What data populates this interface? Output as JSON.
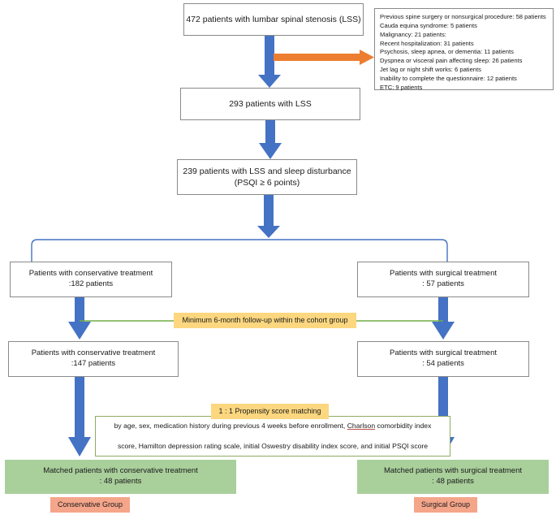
{
  "diagram": {
    "title": "Patient enrollment and propensity-score-matching flow diagram",
    "colors": {
      "arrow_blue": "#4472C4",
      "arrow_orange": "#ED7D31",
      "bracket_blue": "#4472C4",
      "followup_line_green": "#70AD47",
      "matched_box_green": "#A9CF9B",
      "group_label_salmon": "#F4A58A",
      "chip_yellow": "#FCD77F",
      "criteria_border_green": "#8FAA63",
      "box_border_gray": "#8A8A8A"
    }
  },
  "nodes": {
    "total": "472 patients with lumbar spinal stenosis (LSS)",
    "lss_293": "293 patients with LSS",
    "lss_239": "239 patients with LSS and sleep disturbance\n(PSQI ≥ 6 points)",
    "conservative_182": "Patients with conservative treatment\n:182 patients",
    "surgical_57": "Patients with surgical treatment\n: 57 patients",
    "conservative_147": "Patients with conservative treatment\n:147 patients",
    "surgical_54": "Patients with surgical treatment\n: 54 patients",
    "matched_conservative": "Matched patients with conservative treatment\n: 48 patients",
    "matched_surgical": "Matched patients with surgical treatment\n: 48 patients"
  },
  "group_labels": {
    "conservative": "Conservative Group",
    "surgical": "Surgical Group"
  },
  "annotations": {
    "followup": "Minimum 6-month follow-up within the cohort group",
    "psm_title": "1 : 1 Propensity score matching",
    "psm_criteria_line1": "by age, sex, medication history during previous 4 weeks before enrollment, Charlson comorbidity index",
    "psm_criteria_line2": "score, Hamilton depression rating scale, initial Oswestry disability index score, and initial PSQI score"
  },
  "exclusions": {
    "items": [
      "Previous spine surgery or nonsurgical procedure: 58 patients",
      "Cauda equina syndrome: 5 patients",
      "Malignancy: 21 patients:",
      "Recent hospitalization: 31 patients",
      "Psychosis, sleep apnea, or dementia: 11 patients",
      "Dyspnea or visceral pain affecting sleep: 26 patients",
      "Jet lag or night shift works: 6 patients",
      "Inability to complete the questionnaire: 12 patients",
      "ETC: 9 patients"
    ]
  }
}
